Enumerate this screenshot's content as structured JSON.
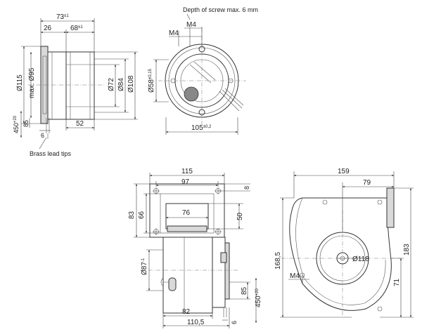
{
  "labels": {
    "depth_of_screw": "Depth of screw max. 6 mm",
    "brass_lead_tips": "Brass lead tips"
  },
  "side_view": {
    "d73": "73",
    "d73_tol": "±1",
    "d26": "26",
    "d68": "68",
    "d68_tol": "±1",
    "d115": "Ø115",
    "d95": "max. Ø95",
    "d72": "Ø72",
    "d84": "Ø84",
    "d108": "Ø108",
    "d450": "450",
    "d450_tol": "+20",
    "d85": "85",
    "d6": "6",
    "d52": "52"
  },
  "front_view": {
    "m4_left": "M4",
    "m4_right": "M4",
    "d58": "Ø58",
    "d58_tol": "±0,15",
    "d105": "105",
    "d105_tol": "±0,2"
  },
  "bottom_left": {
    "d115": "115",
    "d97": "97",
    "d8": "8",
    "d83": "83",
    "d66": "66",
    "d76": "76",
    "d50": "50",
    "d87": "Ø87",
    "d87_tol": "-1",
    "d85": "85",
    "d450": "450",
    "d450_tol": "+20",
    "d82": "82",
    "d110": "110,5",
    "d6": "6"
  },
  "bottom_right": {
    "d159": "159",
    "d79": "79",
    "d168": "168,5",
    "d183": "183",
    "d118": "Ø118",
    "m4": "M4",
    "d71": "71"
  }
}
